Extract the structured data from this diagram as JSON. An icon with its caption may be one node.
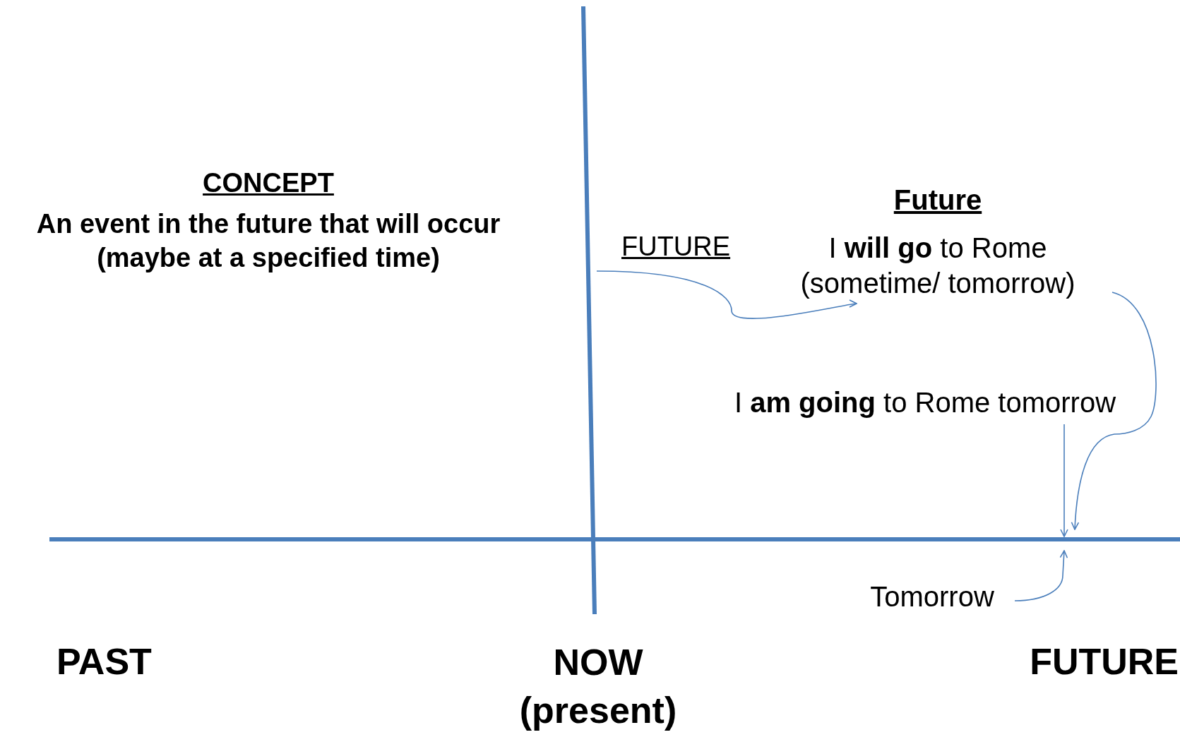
{
  "diagram": {
    "nodes": [
      {
        "text": [
          "FUTURE"
        ]
      },
      {
        "text": [
          "Future",
          "I **will go** to Rome (sometime/ tomorrow)"
        ]
      },
      {
        "text": [
          "I **am going** to Rome tomorrow"
        ]
      },
      {
        "text": [
          "Tomorrow"
        ]
      }
    ],
    "edges": [
      {
        "from": 0,
        "to": 1,
        "arrow": "to"
      },
      {
        "from": 1,
        "to": null,
        "arrow": "to"
      },
      {
        "from": 2,
        "to": null,
        "arrow": "to"
      },
      {
        "from": 3,
        "to": null,
        "arrow": "to"
      }
    ],
    "labels": [
      "CONCEPT",
      "An event in the future that will occur (maybe at a specified time)",
      "PAST",
      "NOW (present)",
      "FUTURE"
    ]
  }
}
